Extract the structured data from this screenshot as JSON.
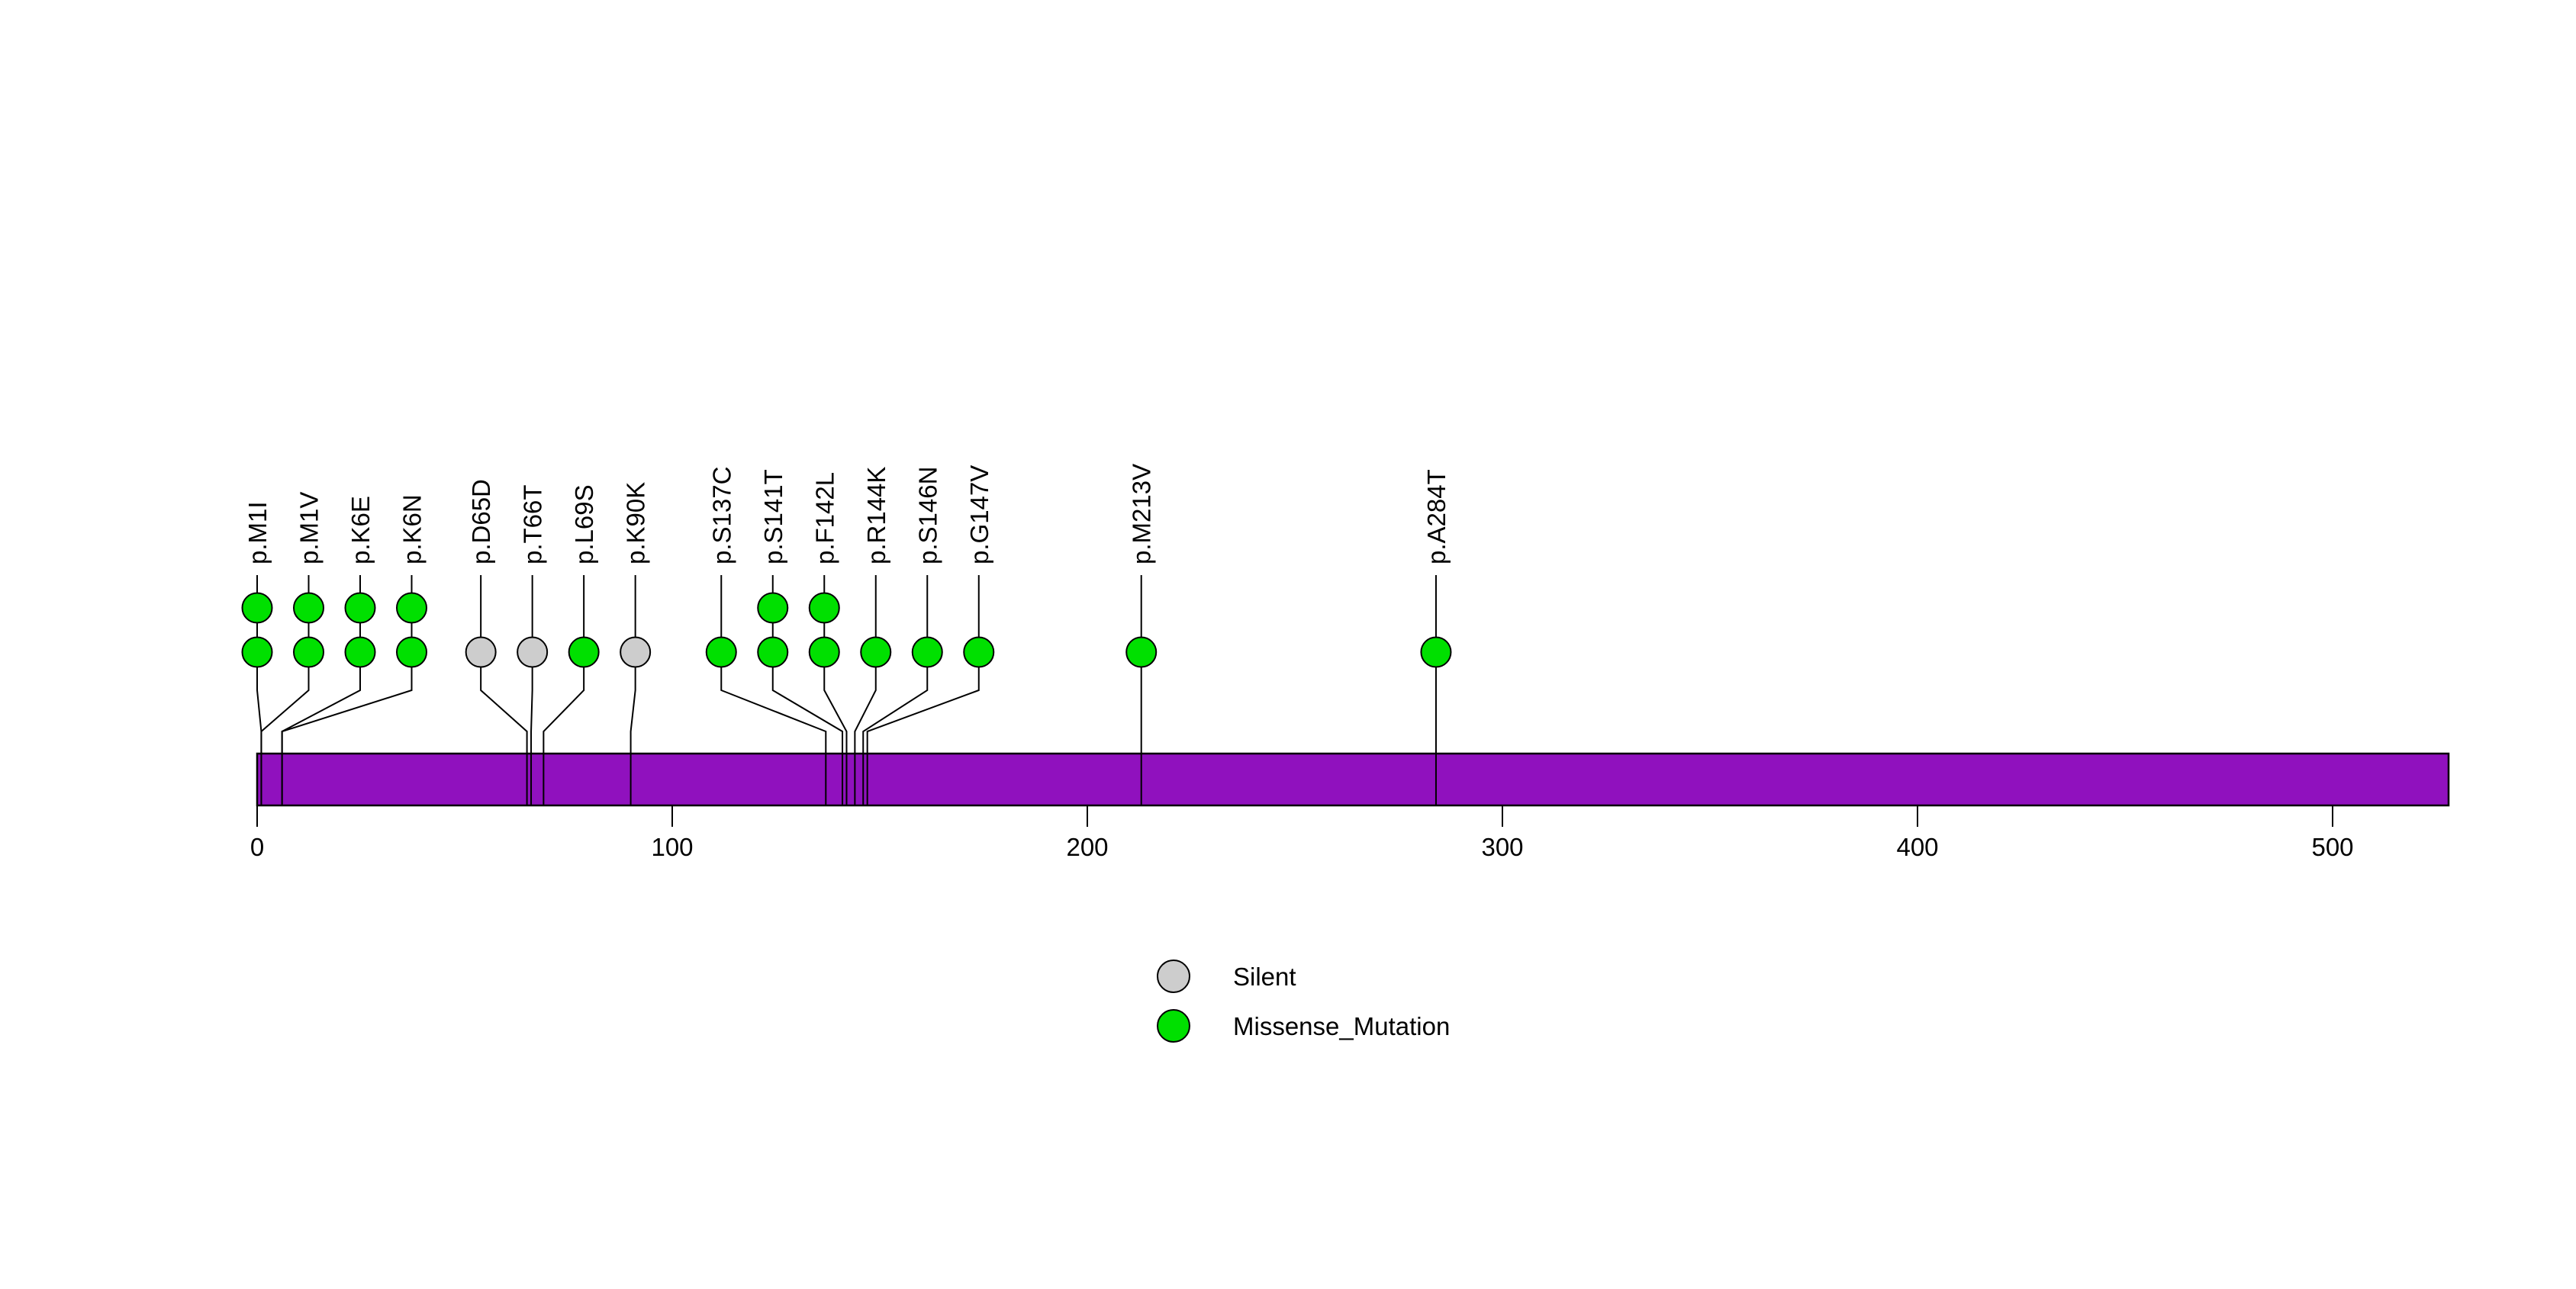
{
  "chart_data": {
    "type": "lollipop",
    "title": "",
    "xlim": [
      0,
      528
    ],
    "xticks": [
      0,
      100,
      200,
      300,
      400,
      500
    ],
    "grid": false,
    "legend_position": "bottom-center",
    "domain_bar": {
      "start": 0,
      "end": 528,
      "color": "#9011BE"
    },
    "mutations": [
      {
        "label": "p.M1I",
        "position": 1,
        "count": 2,
        "type": "Missense_Mutation"
      },
      {
        "label": "p.M1V",
        "position": 1,
        "count": 2,
        "type": "Missense_Mutation"
      },
      {
        "label": "p.K6E",
        "position": 6,
        "count": 2,
        "type": "Missense_Mutation"
      },
      {
        "label": "p.K6N",
        "position": 6,
        "count": 2,
        "type": "Missense_Mutation"
      },
      {
        "label": "p.D65D",
        "position": 65,
        "count": 1,
        "type": "Silent"
      },
      {
        "label": "p.T66T",
        "position": 66,
        "count": 1,
        "type": "Silent"
      },
      {
        "label": "p.L69S",
        "position": 69,
        "count": 1,
        "type": "Missense_Mutation"
      },
      {
        "label": "p.K90K",
        "position": 90,
        "count": 1,
        "type": "Silent"
      },
      {
        "label": "p.S137C",
        "position": 137,
        "count": 1,
        "type": "Missense_Mutation"
      },
      {
        "label": "p.S141T",
        "position": 141,
        "count": 2,
        "type": "Missense_Mutation"
      },
      {
        "label": "p.F142L",
        "position": 142,
        "count": 2,
        "type": "Missense_Mutation"
      },
      {
        "label": "p.R144K",
        "position": 144,
        "count": 1,
        "type": "Missense_Mutation"
      },
      {
        "label": "p.S146N",
        "position": 146,
        "count": 1,
        "type": "Missense_Mutation"
      },
      {
        "label": "p.G147V",
        "position": 147,
        "count": 1,
        "type": "Missense_Mutation"
      },
      {
        "label": "p.M213V",
        "position": 213,
        "count": 1,
        "type": "Missense_Mutation"
      },
      {
        "label": "p.A284T",
        "position": 284,
        "count": 1,
        "type": "Missense_Mutation"
      }
    ],
    "type_colors": {
      "Silent": "#CDCDCD",
      "Missense_Mutation": "#00E000"
    },
    "legend": [
      {
        "label": "Silent",
        "color": "#CDCDCD"
      },
      {
        "label": "Missense_Mutation",
        "color": "#00E000"
      }
    ]
  }
}
